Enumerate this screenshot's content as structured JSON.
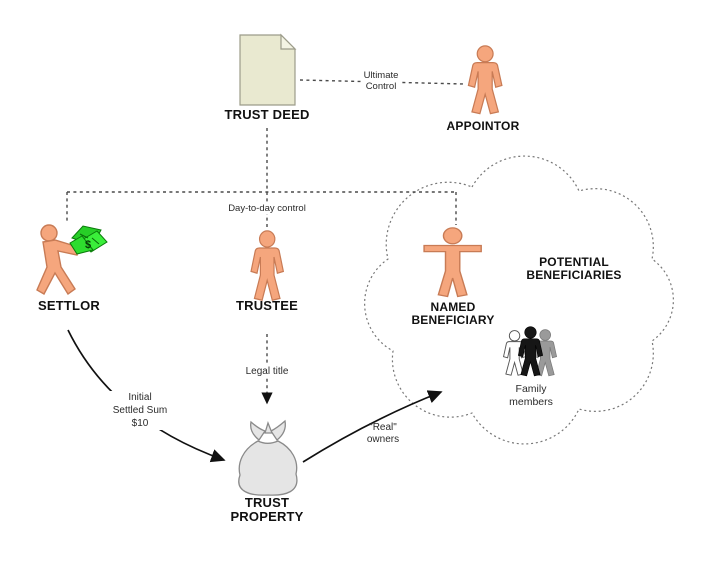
{
  "nodes": {
    "trust_deed": {
      "label": "TRUST DEED"
    },
    "appointor": {
      "label": "APPOINTOR"
    },
    "settlor": {
      "label": "SETTLOR"
    },
    "trustee": {
      "label": "TRUSTEE"
    },
    "named_beneficiary": {
      "line1": "NAMED",
      "line2": "BENEFICIARY"
    },
    "potential_beneficiaries": {
      "line1": "POTENTIAL",
      "line2": "BENEFICIARIES"
    },
    "family_members": {
      "line1": "Family",
      "line2": "members"
    },
    "trust_property": {
      "line1": "TRUST",
      "line2": "PROPERTY"
    }
  },
  "edges": {
    "ultimate_control": {
      "line1": "Ultimate",
      "line2": "Control"
    },
    "day_to_day_control": {
      "label": "Day-to-day control"
    },
    "initial_settled_sum": {
      "line1": "Initial",
      "line2": "Settled Sum",
      "line3": "$10"
    },
    "legal_title": {
      "label": "Legal title"
    },
    "real_owners": {
      "line1": "\"Real\"",
      "line2": "owners"
    }
  },
  "icons": {
    "money_symbol": "$"
  },
  "colors": {
    "person_fill": "#F5A67D",
    "person_outline": "#C87B55",
    "document_fill": "#E9E9D0",
    "document_outline": "#9C9C8A",
    "bag_fill": "#E5E5E5",
    "bag_outline": "#8A8A8A",
    "money_green": "#2EDD2E",
    "line_color": "#4A4A4A"
  }
}
